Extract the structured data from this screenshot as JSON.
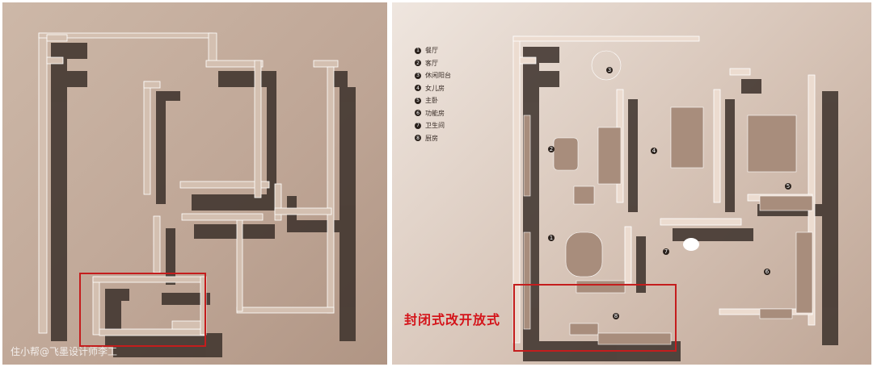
{
  "legend": [
    {
      "num": "1",
      "label": "餐厅"
    },
    {
      "num": "2",
      "label": "客厅"
    },
    {
      "num": "3",
      "label": "休闲阳台"
    },
    {
      "num": "4",
      "label": "女儿房"
    },
    {
      "num": "5",
      "label": "主卧"
    },
    {
      "num": "6",
      "label": "功能房"
    },
    {
      "num": "7",
      "label": "卫生间"
    },
    {
      "num": "8",
      "label": "厨房"
    }
  ],
  "annotation": "封闭式改开放式",
  "watermark": "住小帮@飞墨设计师李工",
  "colors": {
    "highlight": "#c41d1d",
    "wall_shadow": "#3b302a"
  }
}
